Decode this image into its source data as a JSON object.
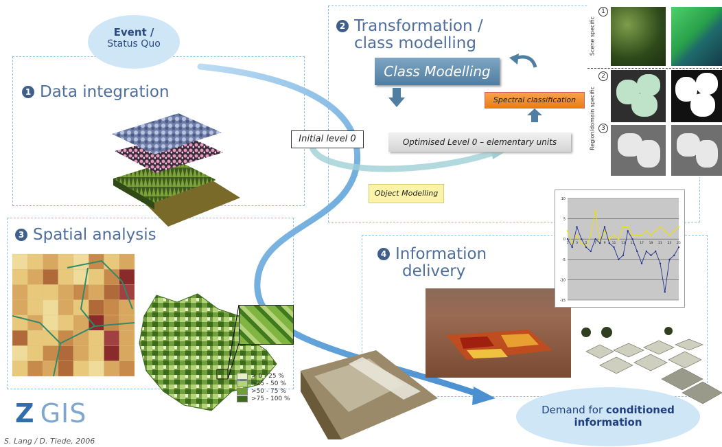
{
  "event_bubble": {
    "line1": "Event /",
    "line2": "Status Quo"
  },
  "sections": {
    "s1": {
      "num": "1",
      "title": "Data integration"
    },
    "s2": {
      "num": "2",
      "title_line1": "Transformation /",
      "title_line2": "class modelling"
    },
    "s3": {
      "num": "3",
      "title": "Spatial analysis"
    },
    "s4": {
      "num": "4",
      "title_line1": "Information",
      "title_line2": "delivery"
    }
  },
  "class_modelling": "Class Modelling",
  "spectral_classification": "Spectral classification",
  "initial_level": "Initial level 0",
  "optimised_level": "Optimised Level 0 – elementary units",
  "object_modelling": "Object Modelling",
  "side_labels": {
    "scene": "Scene specific",
    "region": "Region/domain specific"
  },
  "row_numbers": [
    "1",
    "2",
    "3"
  ],
  "legend": [
    "> 0 - 25 %",
    ">25 - 50 %",
    ">50 - 75 %",
    ">75 - 100 %"
  ],
  "legend_colors": [
    "#e8f0c8",
    "#b5d37a",
    "#6f9e3a",
    "#3d6b1e"
  ],
  "chart_data": {
    "type": "line",
    "x": [
      1,
      2,
      3,
      4,
      5,
      6,
      7,
      8,
      9,
      10,
      11,
      12,
      13,
      14,
      15,
      16,
      17,
      18,
      19,
      20,
      21,
      22,
      23,
      24,
      25
    ],
    "x_tick_labels": [
      "1",
      "3",
      "5",
      "7",
      "9",
      "11",
      "13",
      "15",
      "17",
      "19",
      "21",
      "23",
      "25"
    ],
    "y_tick_labels": [
      "10",
      "5",
      "0",
      "-5",
      "-10",
      "-15"
    ],
    "ylim": [
      -15,
      10
    ],
    "series": [
      {
        "color": "#f2e000",
        "values": [
          2,
          -1,
          1,
          -1,
          -2,
          1,
          7,
          -1,
          2,
          0,
          1,
          0,
          3,
          3,
          1,
          1,
          1,
          2,
          1,
          2,
          3,
          2,
          1,
          2,
          3
        ]
      },
      {
        "color": "#1f2f8f",
        "values": [
          0,
          -2,
          3,
          0,
          -2,
          -3,
          0,
          -1,
          3,
          -1,
          -2,
          -5,
          -4,
          2,
          0,
          -3,
          -6,
          -3,
          -4,
          -3,
          -6,
          -13,
          -5,
          -4,
          -2
        ]
      }
    ],
    "grid": true
  },
  "demand": {
    "prefix": "Demand for ",
    "bold1": "conditioned",
    "bold2": "information"
  },
  "logo": {
    "z": "Z",
    "gis": "GIS"
  },
  "credit": "S. Lang / D. Tiede, 2006"
}
